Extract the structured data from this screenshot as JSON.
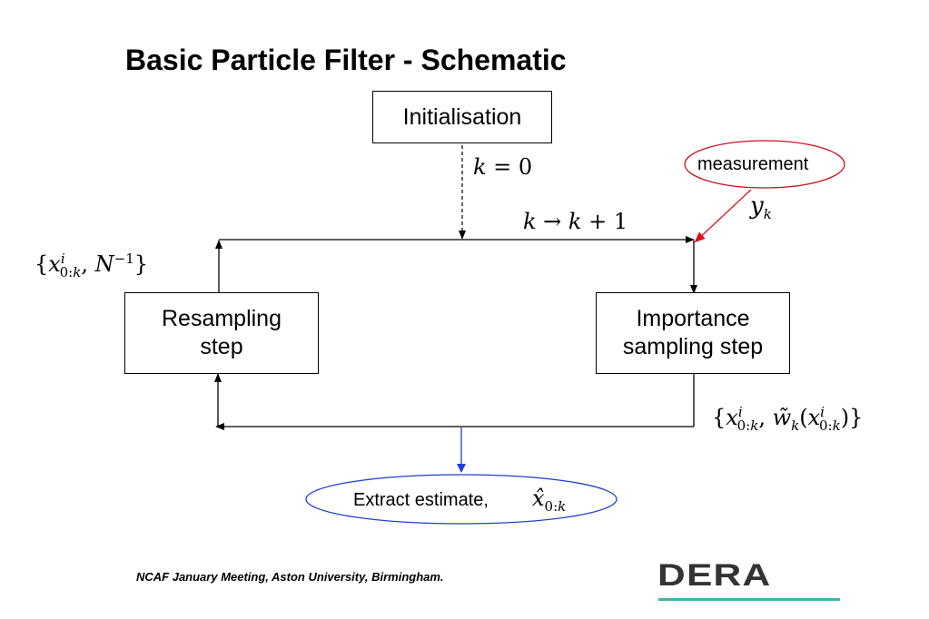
{
  "title": "Basic Particle Filter - Schematic",
  "boxes": {
    "init": "Initialisation",
    "resample": "Resampling\nstep",
    "importance": "Importance\nsampling step"
  },
  "ellipses": {
    "measurement": "measurement",
    "extract": "Extract estimate,"
  },
  "math": {
    "k_init": "k = 0",
    "k_step": "k → k + 1",
    "y_k": "y_k",
    "resampled_set": "{x^i_{0:k}, N^{-1}}",
    "weighted_set": "{x^i_{0:k}, w̃_k(x^i_{0:k})}",
    "estimate": "x̂_{0:k}"
  },
  "colors": {
    "measurement_arrow": "#e0101e",
    "extract_arrow": "#1f3fe0",
    "measurement_ellipse": "#cc1020",
    "extract_ellipse": "#1f3fd0",
    "logo_underline": "#3fb5a5"
  },
  "footer": "NCAF January Meeting, Aston University, Birmingham.",
  "logo": "DERA"
}
